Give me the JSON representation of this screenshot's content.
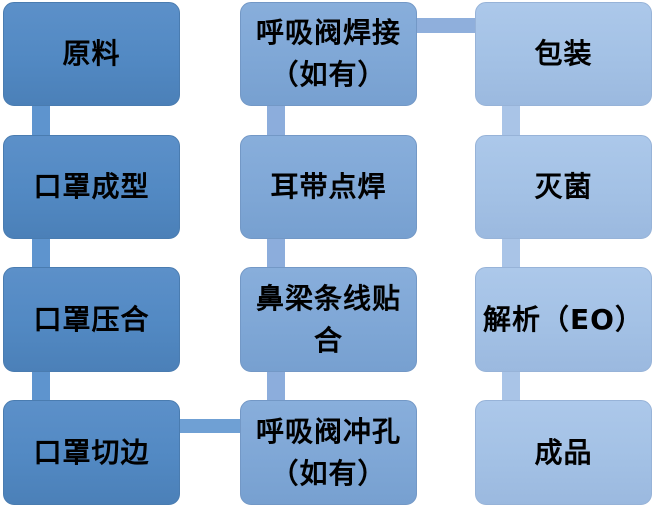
{
  "diagram": {
    "type": "flowchart",
    "background_color": "#FFFFFF",
    "text_color": "#000000",
    "columns": [
      {
        "index": 1,
        "box_color": "#5289C3",
        "connector_color": "#5E94CE"
      },
      {
        "index": 2,
        "box_color": "#7FA7D6",
        "connector_color": "#8CADDC"
      },
      {
        "index": 3,
        "box_color": "#A3C1E5",
        "connector_color": "#A9C4E7"
      }
    ],
    "boxes": [
      {
        "id": "raw-material",
        "label": "原料",
        "column": 1,
        "row": 1
      },
      {
        "id": "mask-forming",
        "label": "口罩成型",
        "column": 1,
        "row": 2
      },
      {
        "id": "mask-pressing",
        "label": "口罩压合",
        "column": 1,
        "row": 3
      },
      {
        "id": "mask-edge-cutting",
        "label": "口罩切边",
        "column": 1,
        "row": 4
      },
      {
        "id": "valve-welding",
        "label": "呼吸阀焊接\n（如有）",
        "column": 2,
        "row": 1
      },
      {
        "id": "ear-loop-spot-welding",
        "label": "耳带点焊",
        "column": 2,
        "row": 2
      },
      {
        "id": "nose-bridge-lamination",
        "label": "鼻梁条线贴\n合",
        "column": 2,
        "row": 3
      },
      {
        "id": "valve-punching",
        "label": "呼吸阀冲孔\n（如有）",
        "column": 2,
        "row": 4
      },
      {
        "id": "packaging",
        "label": "包装",
        "column": 3,
        "row": 1
      },
      {
        "id": "sterilization",
        "label": "灭菌",
        "column": 3,
        "row": 2
      },
      {
        "id": "eo-desorption",
        "label": "解析（EO）",
        "column": 3,
        "row": 3
      },
      {
        "id": "finished-product",
        "label": "成品",
        "column": 3,
        "row": 4
      }
    ],
    "connectors": [
      {
        "from": "raw-material",
        "to": "mask-forming",
        "orientation": "vertical",
        "color": "#5E94CE"
      },
      {
        "from": "mask-forming",
        "to": "mask-pressing",
        "orientation": "vertical",
        "color": "#5E94CE"
      },
      {
        "from": "mask-pressing",
        "to": "mask-edge-cutting",
        "orientation": "vertical",
        "color": "#5E94CE"
      },
      {
        "from": "mask-edge-cutting",
        "to": "valve-punching",
        "orientation": "horizontal",
        "color": "#6FA0D4"
      },
      {
        "from": "valve-punching",
        "to": "nose-bridge-lamination",
        "orientation": "vertical",
        "color": "#8CADDC"
      },
      {
        "from": "nose-bridge-lamination",
        "to": "ear-loop-spot-welding",
        "orientation": "vertical",
        "color": "#8CADDC"
      },
      {
        "from": "ear-loop-spot-welding",
        "to": "valve-welding",
        "orientation": "vertical",
        "color": "#8CADDC"
      },
      {
        "from": "valve-welding",
        "to": "packaging",
        "orientation": "horizontal",
        "color": "#8FAFDC"
      },
      {
        "from": "packaging",
        "to": "sterilization",
        "orientation": "vertical",
        "color": "#A9C4E7"
      },
      {
        "from": "sterilization",
        "to": "eo-desorption",
        "orientation": "vertical",
        "color": "#A9C4E7"
      },
      {
        "from": "eo-desorption",
        "to": "finished-product",
        "orientation": "vertical",
        "color": "#A9C4E7"
      }
    ],
    "flow_sequence": [
      "原料",
      "口罩成型",
      "口罩压合",
      "口罩切边",
      "呼吸阀冲孔（如有）",
      "鼻梁条线贴合",
      "耳带点焊",
      "呼吸阀焊接（如有）",
      "包装",
      "灭菌",
      "解析（EO）",
      "成品"
    ]
  }
}
